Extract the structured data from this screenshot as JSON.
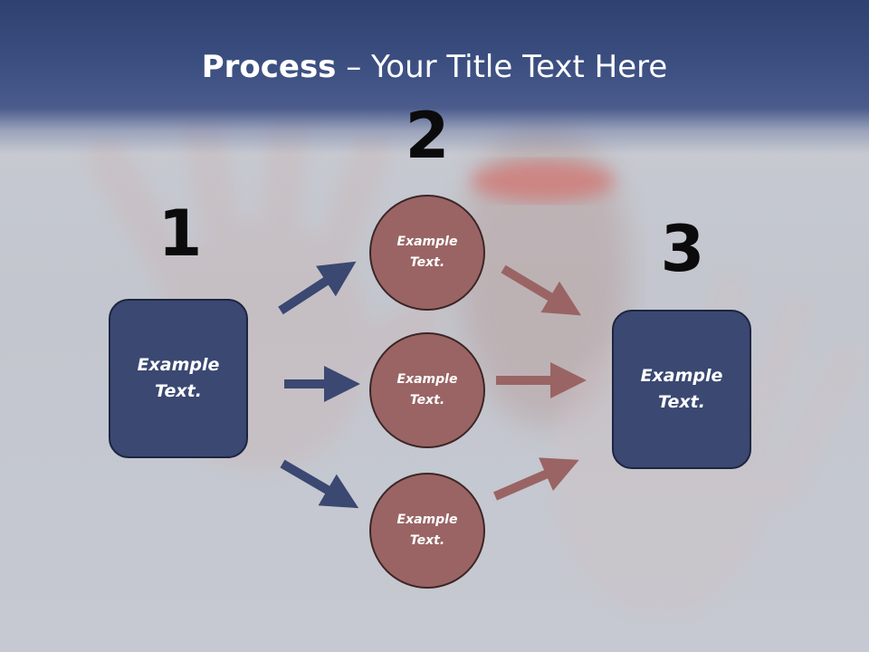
{
  "slide": {
    "title_bold": "Process",
    "title_rest": " – Your Title Text Here"
  },
  "steps": {
    "step1_number": "1",
    "step2_number": "2",
    "step3_number": "3"
  },
  "nodes": {
    "left_box": "Example Text.",
    "circle_top": "Example Text.",
    "circle_middle": "Example Text.",
    "circle_bottom": "Example Text.",
    "right_box": "Example Text."
  },
  "colors": {
    "header_blue": "#3b4e80",
    "box_fill": "#3a4872",
    "circle_fill": "#9a6464",
    "arrow_blue": "#3a4872",
    "arrow_red": "#9a6464"
  }
}
